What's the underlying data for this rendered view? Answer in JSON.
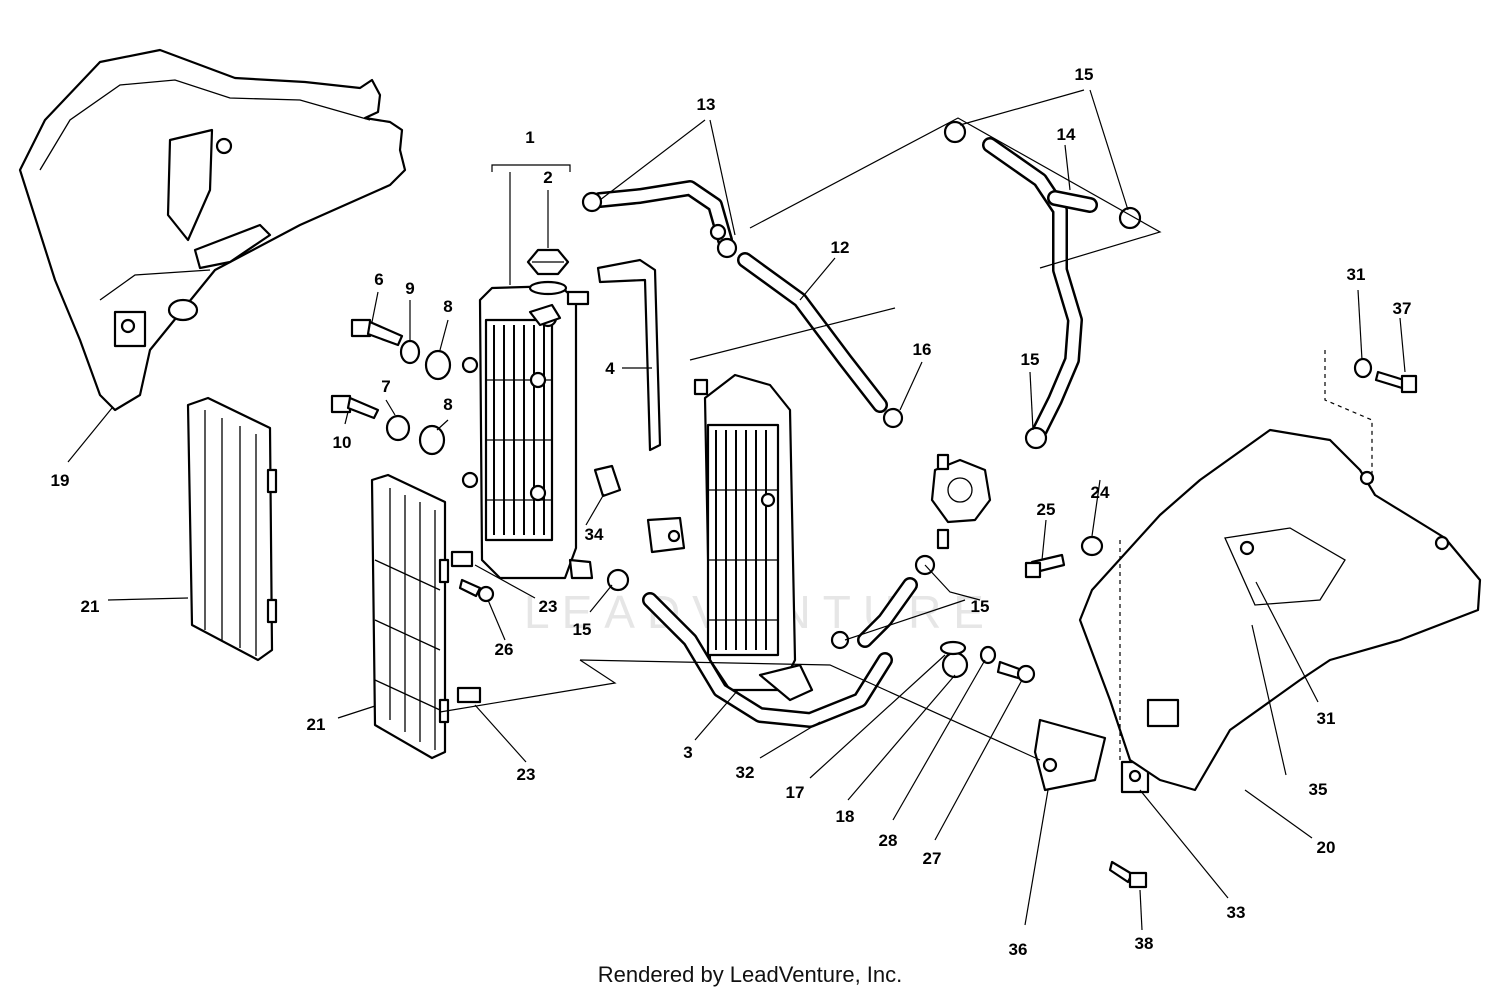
{
  "watermark": "LEADVENTURE",
  "credit": "Rendered by LeadVenture, Inc.",
  "callouts": {
    "c1": "1",
    "c2": "2",
    "c3": "3",
    "c4": "4",
    "c6": "6",
    "c7": "7",
    "c8a": "8",
    "c8b": "8",
    "c9": "9",
    "c10": "10",
    "c12": "12",
    "c13": "13",
    "c14": "14",
    "c15a": "15",
    "c15b": "15",
    "c15c": "15",
    "c15d": "15",
    "c16": "16",
    "c17": "17",
    "c18": "18",
    "c19": "19",
    "c20": "20",
    "c21a": "21",
    "c21b": "21",
    "c23a": "23",
    "c23b": "23",
    "c24": "24",
    "c25": "25",
    "c26": "26",
    "c27": "27",
    "c28": "28",
    "c31a": "31",
    "c31b": "31",
    "c32": "32",
    "c33": "33",
    "c34": "34",
    "c35": "35",
    "c36": "36",
    "c37": "37",
    "c38": "38"
  }
}
